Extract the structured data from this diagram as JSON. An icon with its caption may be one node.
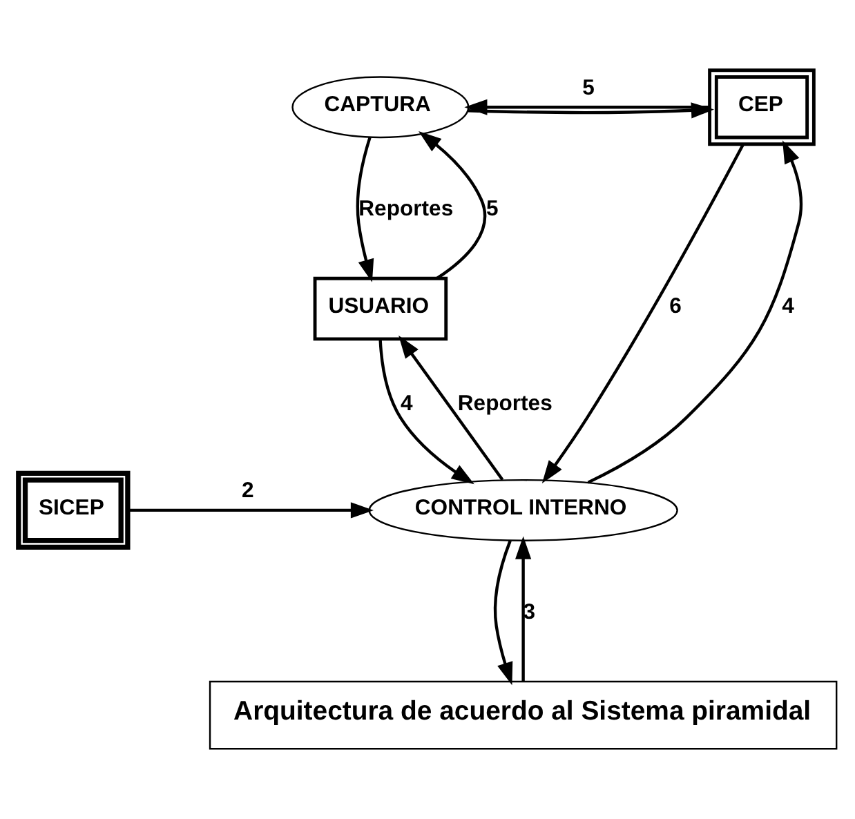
{
  "diagram": {
    "nodes": [
      {
        "text": [
          "CAPTURA"
        ]
      },
      {
        "text": [
          "USUARIO"
        ]
      },
      {
        "text": [
          "CEP"
        ]
      },
      {
        "text": [
          "CONTROL INTERNO"
        ]
      },
      {
        "text": [
          "SICEP"
        ]
      },
      {
        "text": [
          "Arquitectura de acuerdo al Sistema piramidal"
        ]
      }
    ],
    "edges": [
      {
        "from": 0,
        "to": 1,
        "arrow": "to",
        "label": "Reportes"
      },
      {
        "from": 1,
        "to": 0,
        "arrow": "to",
        "label": "5"
      },
      {
        "from": 2,
        "to": 0,
        "arrow": "to",
        "label": "5"
      },
      {
        "from": 0,
        "to": 2,
        "arrow": "to"
      },
      {
        "from": 2,
        "to": 3,
        "arrow": "to",
        "label": "6"
      },
      {
        "from": 3,
        "to": 2,
        "arrow": "to",
        "label": "4"
      },
      {
        "from": 3,
        "to": 1,
        "arrow": "to",
        "label": "Reportes"
      },
      {
        "from": 1,
        "to": 3,
        "arrow": "to",
        "label": "4"
      },
      {
        "from": 4,
        "to": 3,
        "arrow": "to",
        "label": "2"
      },
      {
        "from": 5,
        "to": 3,
        "arrow": "to",
        "label": "3"
      },
      {
        "from": 3,
        "to": 5,
        "arrow": "to"
      }
    ]
  }
}
